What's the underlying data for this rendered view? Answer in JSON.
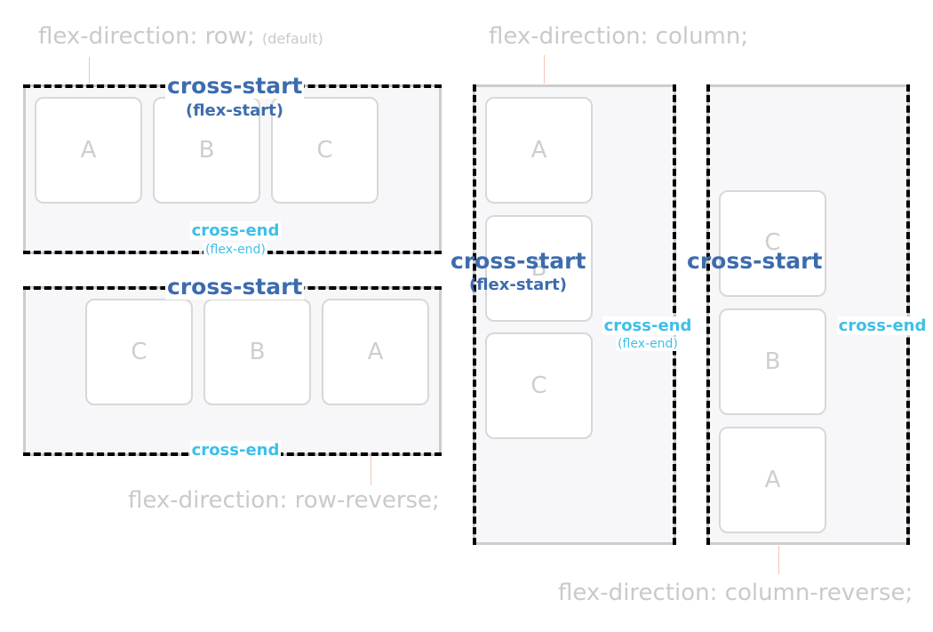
{
  "captions": {
    "row": "flex-direction: row;",
    "row_default": "(default)",
    "row_reverse": "flex-direction: row-reverse;",
    "column": "flex-direction: column;",
    "column_reverse": "flex-direction: column-reverse;"
  },
  "labels": {
    "cross_start": "cross-start",
    "flex_start": "(flex-start)",
    "cross_end": "cross-end",
    "flex_end": "(flex-end)"
  },
  "items": {
    "row": [
      "A",
      "B",
      "C"
    ],
    "row_reverse": [
      "C",
      "B",
      "A"
    ],
    "column": [
      "A",
      "B",
      "C"
    ],
    "column_reverse": [
      "C",
      "B",
      "A"
    ]
  },
  "colors": {
    "cross_start": "#3d6cae",
    "cross_end": "#3fbfe8",
    "container_border": "#cdcdcd",
    "caption": "#cacaca"
  }
}
